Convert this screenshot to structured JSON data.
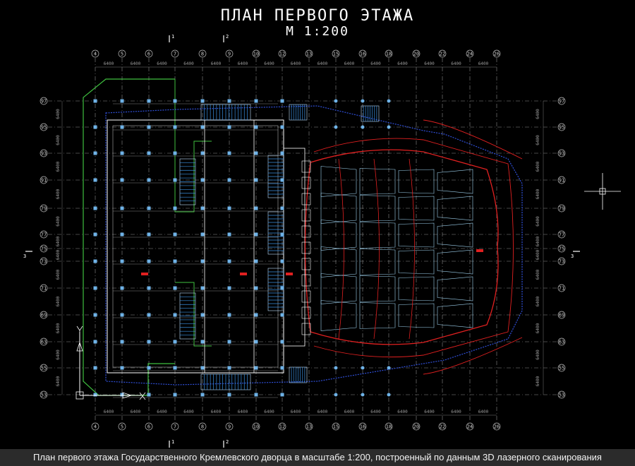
{
  "title": {
    "line1": "ПЛАН ПЕРВОГО ЭТАЖА",
    "line2": "М 1:200"
  },
  "caption": "План первого этажа Государственного Кремлевского дворца в масштабе 1:200, построенный по данным 3D лазерного сканирования",
  "axes": {
    "columns": [
      "4",
      "5",
      "6",
      "7",
      "8",
      "9",
      "10",
      "12",
      "13",
      "15",
      "16",
      "18",
      "20",
      "22",
      "24",
      "26"
    ],
    "rows": [
      "97",
      "95",
      "93",
      "91",
      "79",
      "77",
      "75",
      "73",
      "71",
      "69",
      "63",
      "55",
      "53"
    ]
  },
  "dimensions": {
    "span": "6400"
  },
  "section_marks": [
    "1",
    "2",
    "3"
  ],
  "colors": {
    "background": "#000000",
    "grid": "#8c8c8c",
    "walls": "#ffffff",
    "columns": "#6fb3e8",
    "outline_green": "#3fbf3f",
    "outline_blue": "#2f4fd8",
    "hall_red": "#e02020",
    "stairs": "#3a8fe0",
    "hall_seats": "#9fd3f0"
  },
  "icons": [
    "ucs-axis-icon",
    "crosshair-cursor-icon"
  ]
}
